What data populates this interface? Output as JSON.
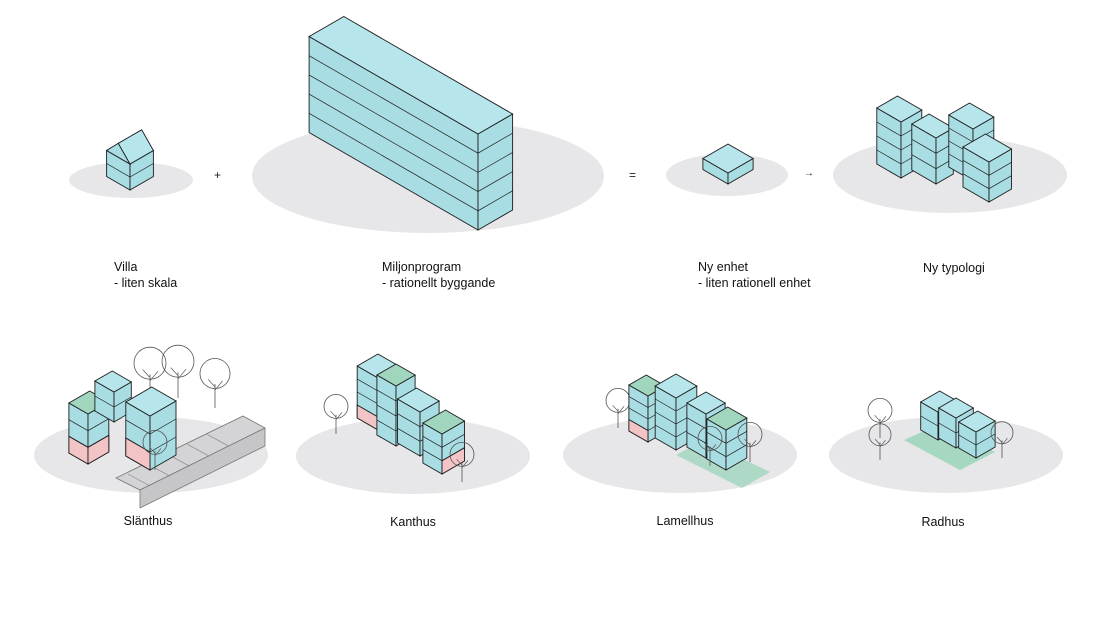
{
  "colors": {
    "ground": "#e7e6e8",
    "facade": "#a8dde3",
    "roof": "#b6e6ec",
    "green_roof": "#9fd6bd",
    "pink_base": "#f3c4c6",
    "outline": "#1d1d1d",
    "tree_line": "#555555",
    "slope": "#d4d3d5"
  },
  "operators": {
    "plus": "+",
    "equals": "=",
    "arrow": "→"
  },
  "top_row": [
    {
      "id": "villa",
      "line1": "Villa",
      "line2": "- liten skala"
    },
    {
      "id": "miljonprogram",
      "line1": "Miljonprogram",
      "line2": "- rationellt byggande"
    },
    {
      "id": "ny-enhet",
      "line1": "Ny enhet",
      "line2": "- liten rationell enhet"
    },
    {
      "id": "ny-typologi",
      "line1": "Ny typologi",
      "line2": ""
    }
  ],
  "bottom_row": [
    {
      "id": "slanthus",
      "label": "Slänthus"
    },
    {
      "id": "kanthus",
      "label": "Kanthus"
    },
    {
      "id": "lamellhus",
      "label": "Lamellhus"
    },
    {
      "id": "radhus",
      "label": "Radhus"
    }
  ]
}
